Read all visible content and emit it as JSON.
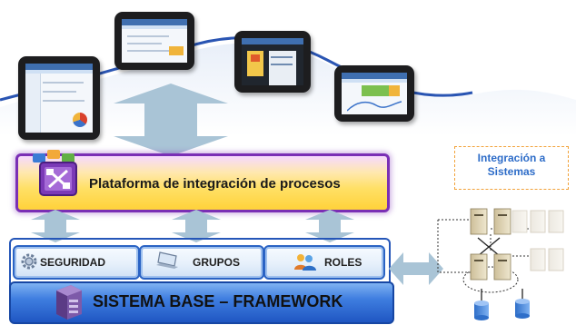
{
  "diagram": {
    "platform_title": "Plataforma de integración de procesos",
    "modules": [
      {
        "label": "SEGURIDAD",
        "icon": "gear-icon"
      },
      {
        "label": "GRUPOS",
        "icon": "laptop-icon"
      },
      {
        "label": "ROLES",
        "icon": "users-icon"
      }
    ],
    "base_title": "SISTEMA BASE – FRAMEWORK",
    "integration_title_line1": "Integración a",
    "integration_title_line2": "Sistemas"
  },
  "colors": {
    "platform_border": "#7a2fb5",
    "platform_fill": "#ffe066",
    "module_border": "#2a63c4",
    "base_fill": "#3f7ee0",
    "arrow_fill": "#a9c4d6",
    "integration_text": "#2d6cc8",
    "integration_border": "#f2a23a",
    "wave": "#2a55b3"
  }
}
